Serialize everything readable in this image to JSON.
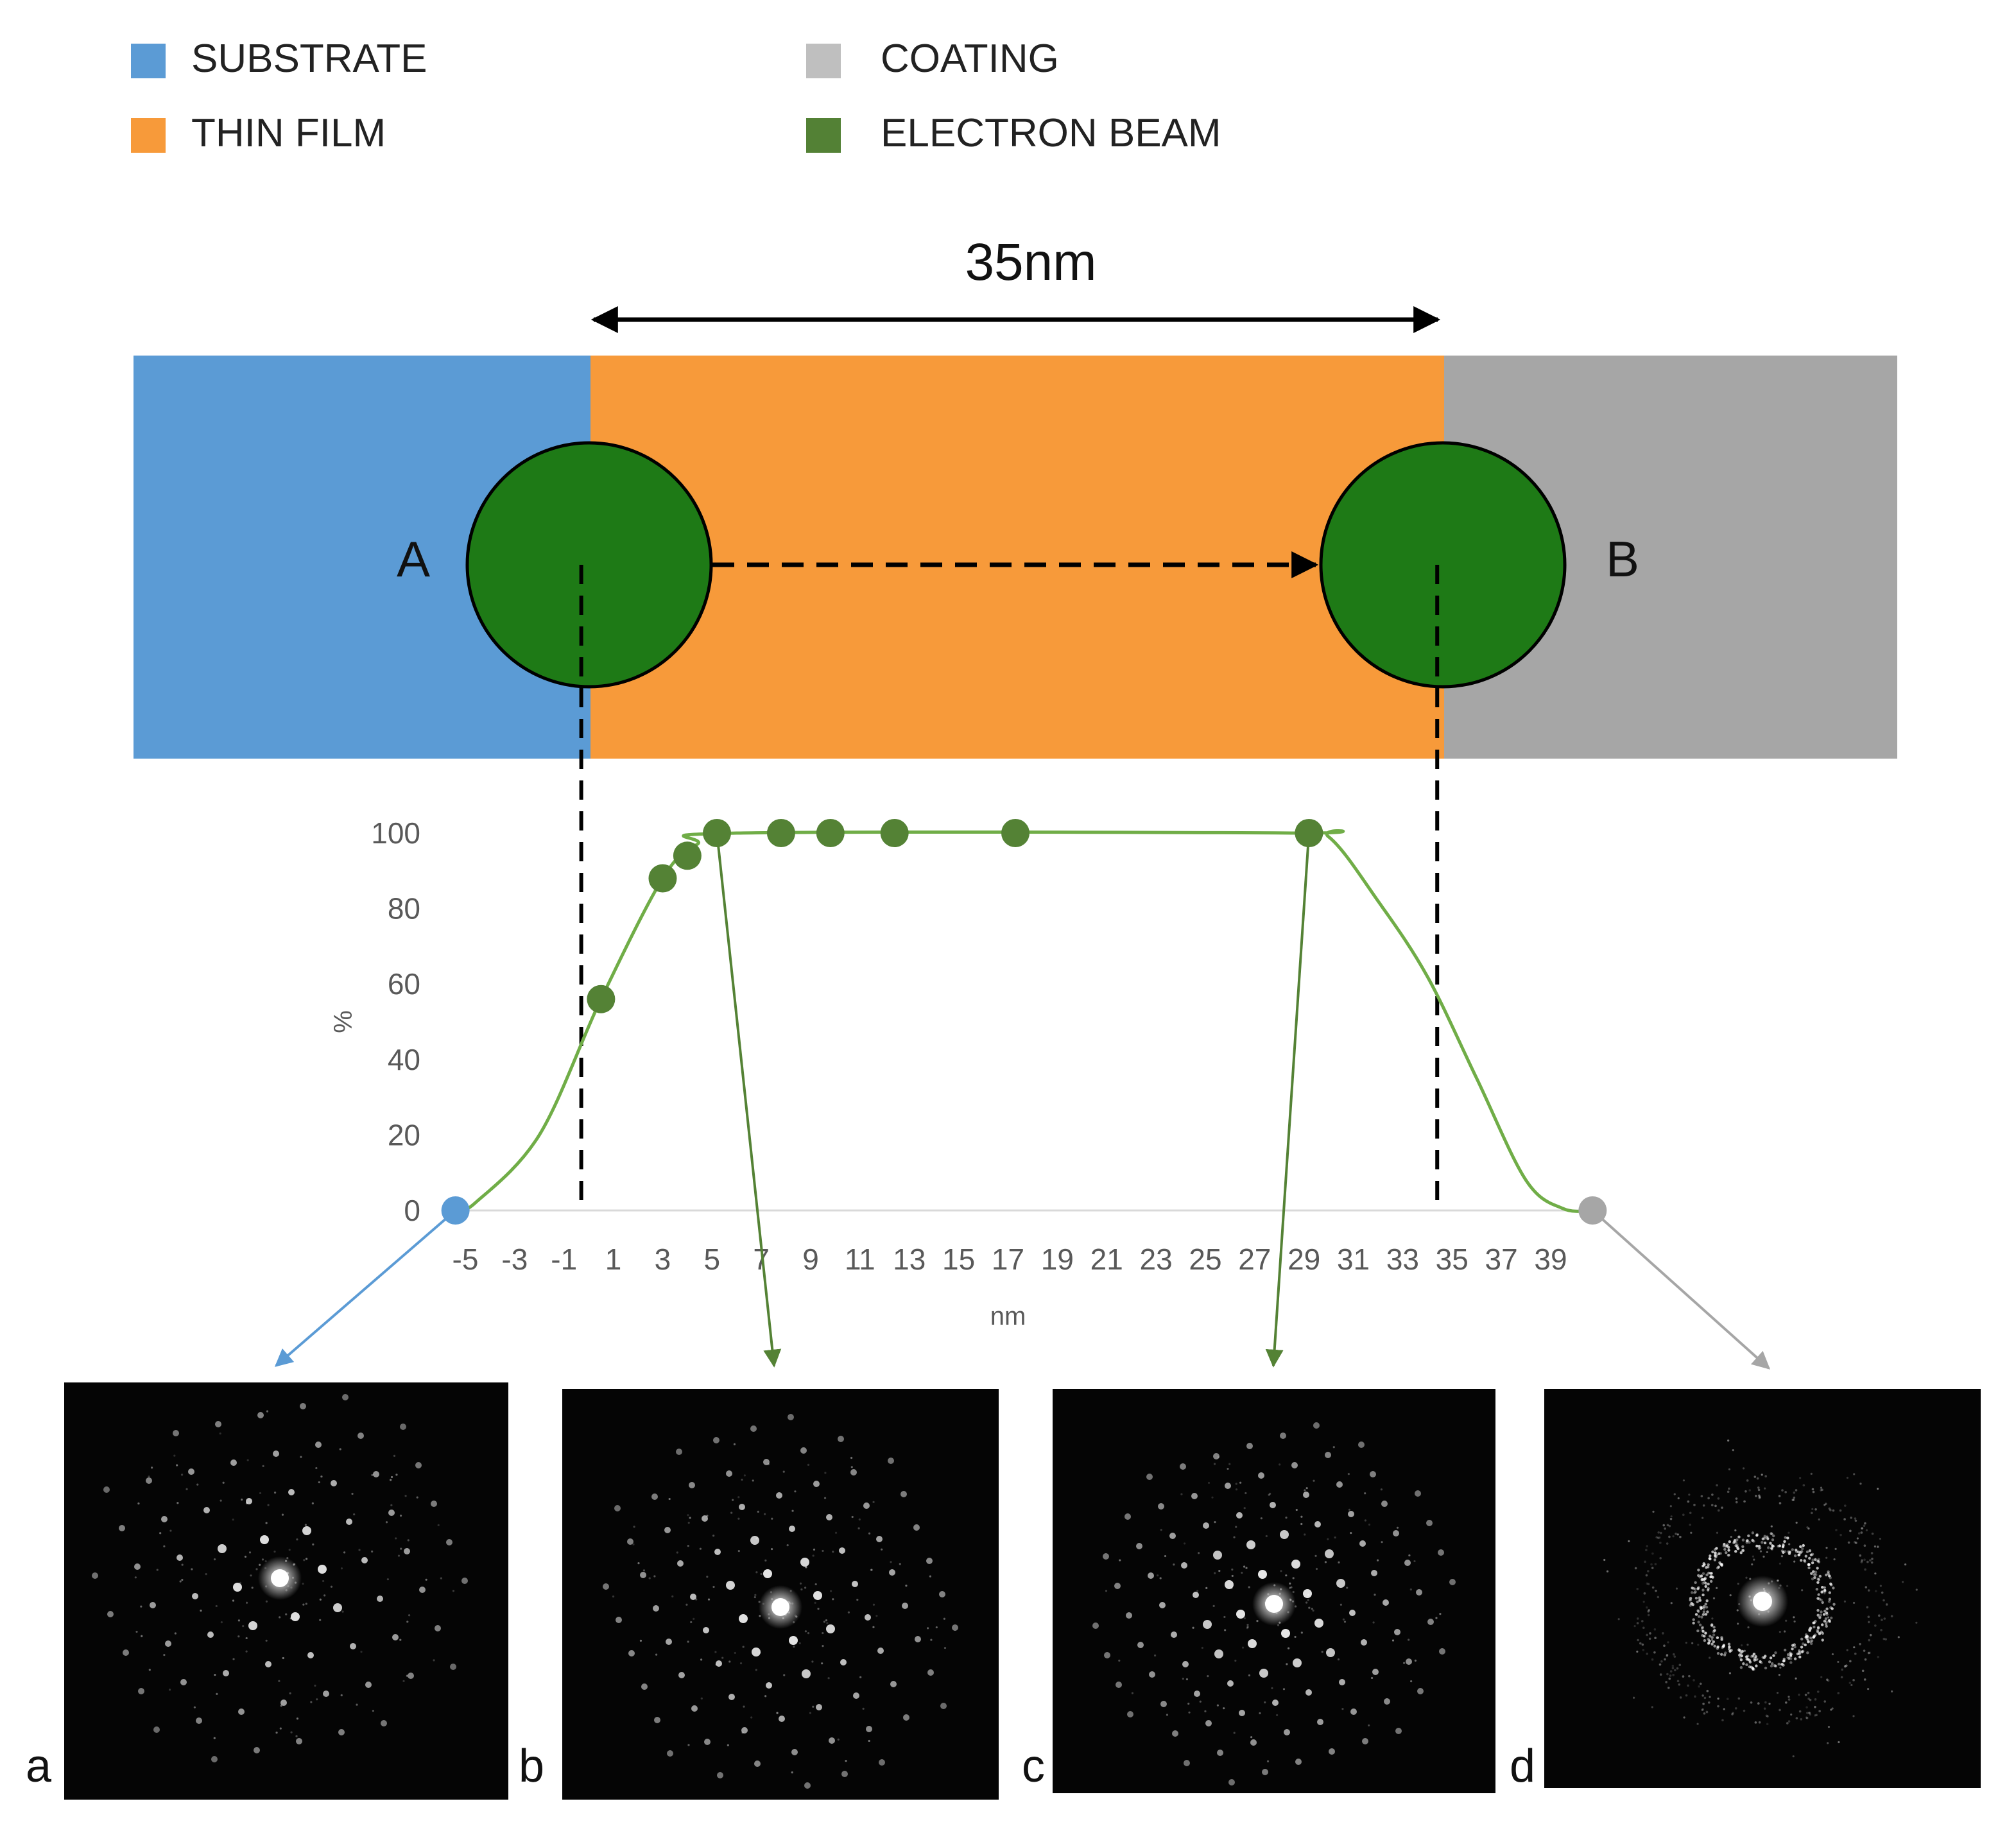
{
  "legend": [
    {
      "label": "SUBSTRATE",
      "color": "#5b9bd5"
    },
    {
      "label": "THIN FILM",
      "color": "#f79a3a"
    },
    {
      "label": "COATING",
      "color": "#a6a6a6"
    },
    {
      "label": "ELECTRON BEAM",
      "color": "#538135"
    }
  ],
  "colors": {
    "substrate": "#5b9bd5",
    "thin_film": "#f79a3a",
    "coating": "#a6a6a6",
    "beam": "#1e7a16",
    "curve": "#70ad47",
    "marker": "#548235",
    "point_start": "#5b9bd5",
    "point_end": "#a6a6a6"
  },
  "diagram": {
    "width_label": "35nm",
    "label_a": "A",
    "label_b": "B"
  },
  "chart_data": {
    "type": "line",
    "xlabel": "nm",
    "ylabel": "%",
    "x_ticks": [
      "-5",
      "-3",
      "-1",
      "1",
      "3",
      "5",
      "7",
      "9",
      "11",
      "13",
      "15",
      "17",
      "19",
      "21",
      "23",
      "25",
      "27",
      "29",
      "31",
      "33",
      "35",
      "37",
      "39"
    ],
    "y_ticks": [
      "0",
      "20",
      "40",
      "60",
      "80",
      "100"
    ],
    "xlim": [
      -5,
      39
    ],
    "ylim": [
      0,
      100
    ],
    "grid": false,
    "curve": [
      {
        "x": -5.4,
        "y": 0
      },
      {
        "x": -4.6,
        "y": 2
      },
      {
        "x": -2,
        "y": 20
      },
      {
        "x": 0.5,
        "y": 56
      },
      {
        "x": 3,
        "y": 88
      },
      {
        "x": 4.4,
        "y": 97
      },
      {
        "x": 6,
        "y": 100
      },
      {
        "x": 28.5,
        "y": 100
      },
      {
        "x": 30,
        "y": 99
      },
      {
        "x": 32,
        "y": 82
      },
      {
        "x": 34,
        "y": 62
      },
      {
        "x": 36,
        "y": 35
      },
      {
        "x": 38,
        "y": 8
      },
      {
        "x": 39.5,
        "y": 0.5
      },
      {
        "x": 40.7,
        "y": 0
      }
    ],
    "points": [
      {
        "x": 0.5,
        "y": 56
      },
      {
        "x": 3,
        "y": 88
      },
      {
        "x": 4,
        "y": 94
      },
      {
        "x": 5.2,
        "y": 100
      },
      {
        "x": 7.8,
        "y": 100
      },
      {
        "x": 9.8,
        "y": 100
      },
      {
        "x": 12.4,
        "y": 100
      },
      {
        "x": 17.3,
        "y": 100
      },
      {
        "x": 29.2,
        "y": 100
      }
    ],
    "end_points": [
      {
        "x": -5.4,
        "y": 0,
        "role": "start"
      },
      {
        "x": 40.7,
        "y": 0,
        "role": "end"
      }
    ],
    "guides_x": [
      -0.3,
      34.4
    ]
  },
  "panels": [
    {
      "label": "a",
      "type": "spot-lattice"
    },
    {
      "label": "b",
      "type": "spot-lattice"
    },
    {
      "label": "c",
      "type": "spot-lattice"
    },
    {
      "label": "d",
      "type": "diffuse-ring"
    }
  ]
}
